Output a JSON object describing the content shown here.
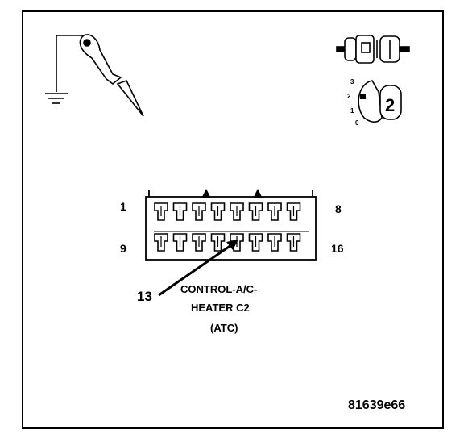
{
  "diagram": {
    "pin_labels": {
      "top_left": "1",
      "top_right": "8",
      "bottom_left": "9",
      "bottom_right": "16"
    },
    "callout_pin": "13",
    "connector_name_lines": [
      "CONTROL-A/C-",
      "HEATER C2",
      "(ATC)"
    ],
    "figure_id": "81639e66",
    "selector": {
      "scale": [
        "3",
        "2",
        "1",
        "0"
      ],
      "position": "2"
    }
  }
}
